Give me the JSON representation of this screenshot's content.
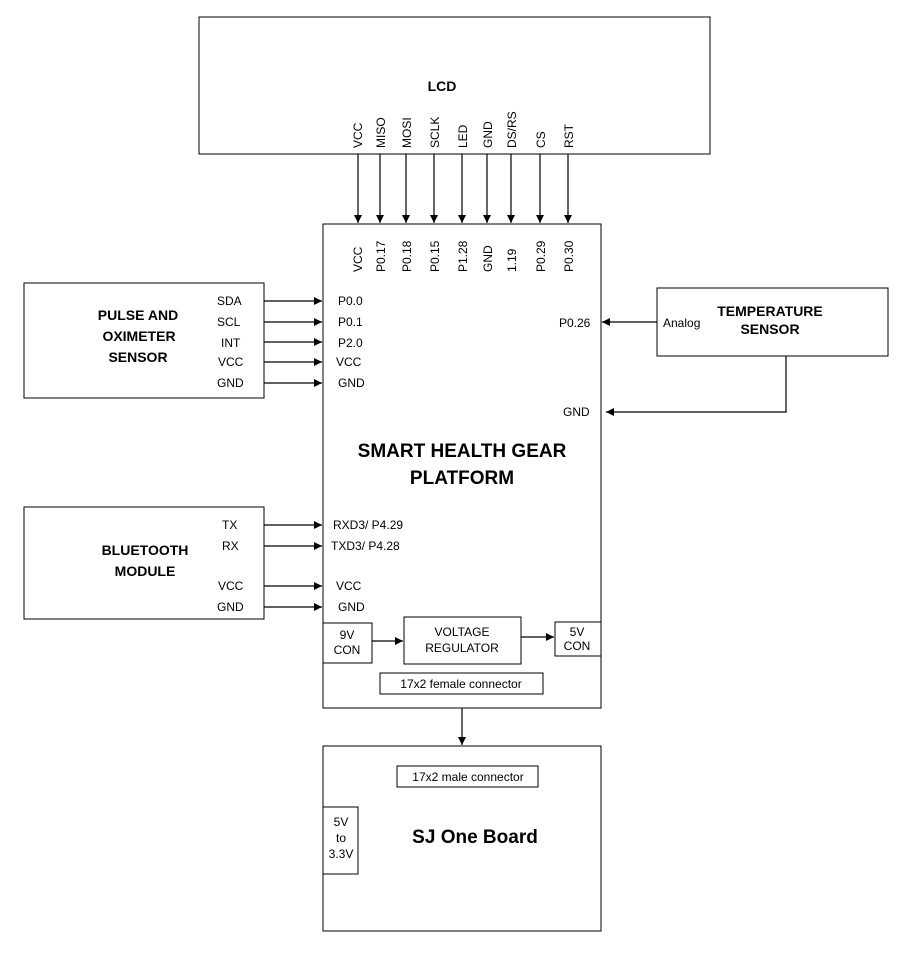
{
  "lcd": {
    "title": "LCD",
    "pins": [
      "VCC",
      "MISO",
      "MOSI",
      "SCLK",
      "LED",
      "GND",
      "DS/RS",
      "CS",
      "RST"
    ]
  },
  "platform": {
    "title_line1": "SMART HEALTH GEAR",
    "title_line2": "PLATFORM",
    "top_pins": [
      "VCC",
      "P0.17",
      "P0.18",
      "P0.15",
      "P1.28",
      "GND",
      "1.19",
      "P0.29",
      "P0.30"
    ],
    "pulse_pins": [
      "P0.0",
      "P0.1",
      "P2.0",
      "VCC",
      "GND"
    ],
    "bt_pins": [
      "RXD3/ P4.29",
      "TXD3/ P4.28",
      "VCC",
      "GND"
    ],
    "temp_pins": [
      "P0.26",
      "GND"
    ],
    "con9v_line1": "9V",
    "con9v_line2": "CON",
    "regulator_line1": "VOLTAGE",
    "regulator_line2": "REGULATOR",
    "con5v_line1": "5V",
    "con5v_line2": "CON",
    "female_connector": "17x2 female connector"
  },
  "pulse": {
    "title_line1": "PULSE AND",
    "title_line2": "OXIMETER",
    "title_line3": "SENSOR",
    "pins": [
      "SDA",
      "SCL",
      "INT",
      "VCC",
      "GND"
    ]
  },
  "temperature": {
    "title_line1": "TEMPERATURE",
    "title_line2": "SENSOR",
    "analog_label": "Analog"
  },
  "bluetooth": {
    "title_line1": "BLUETOOTH",
    "title_line2": "MODULE",
    "pins": [
      "TX",
      "RX",
      "VCC",
      "GND"
    ]
  },
  "sj_board": {
    "title": "SJ One Board",
    "male_connector": "17x2 male connector",
    "reg_line1": "5V",
    "reg_line2": "to",
    "reg_line3": "3.3V"
  }
}
